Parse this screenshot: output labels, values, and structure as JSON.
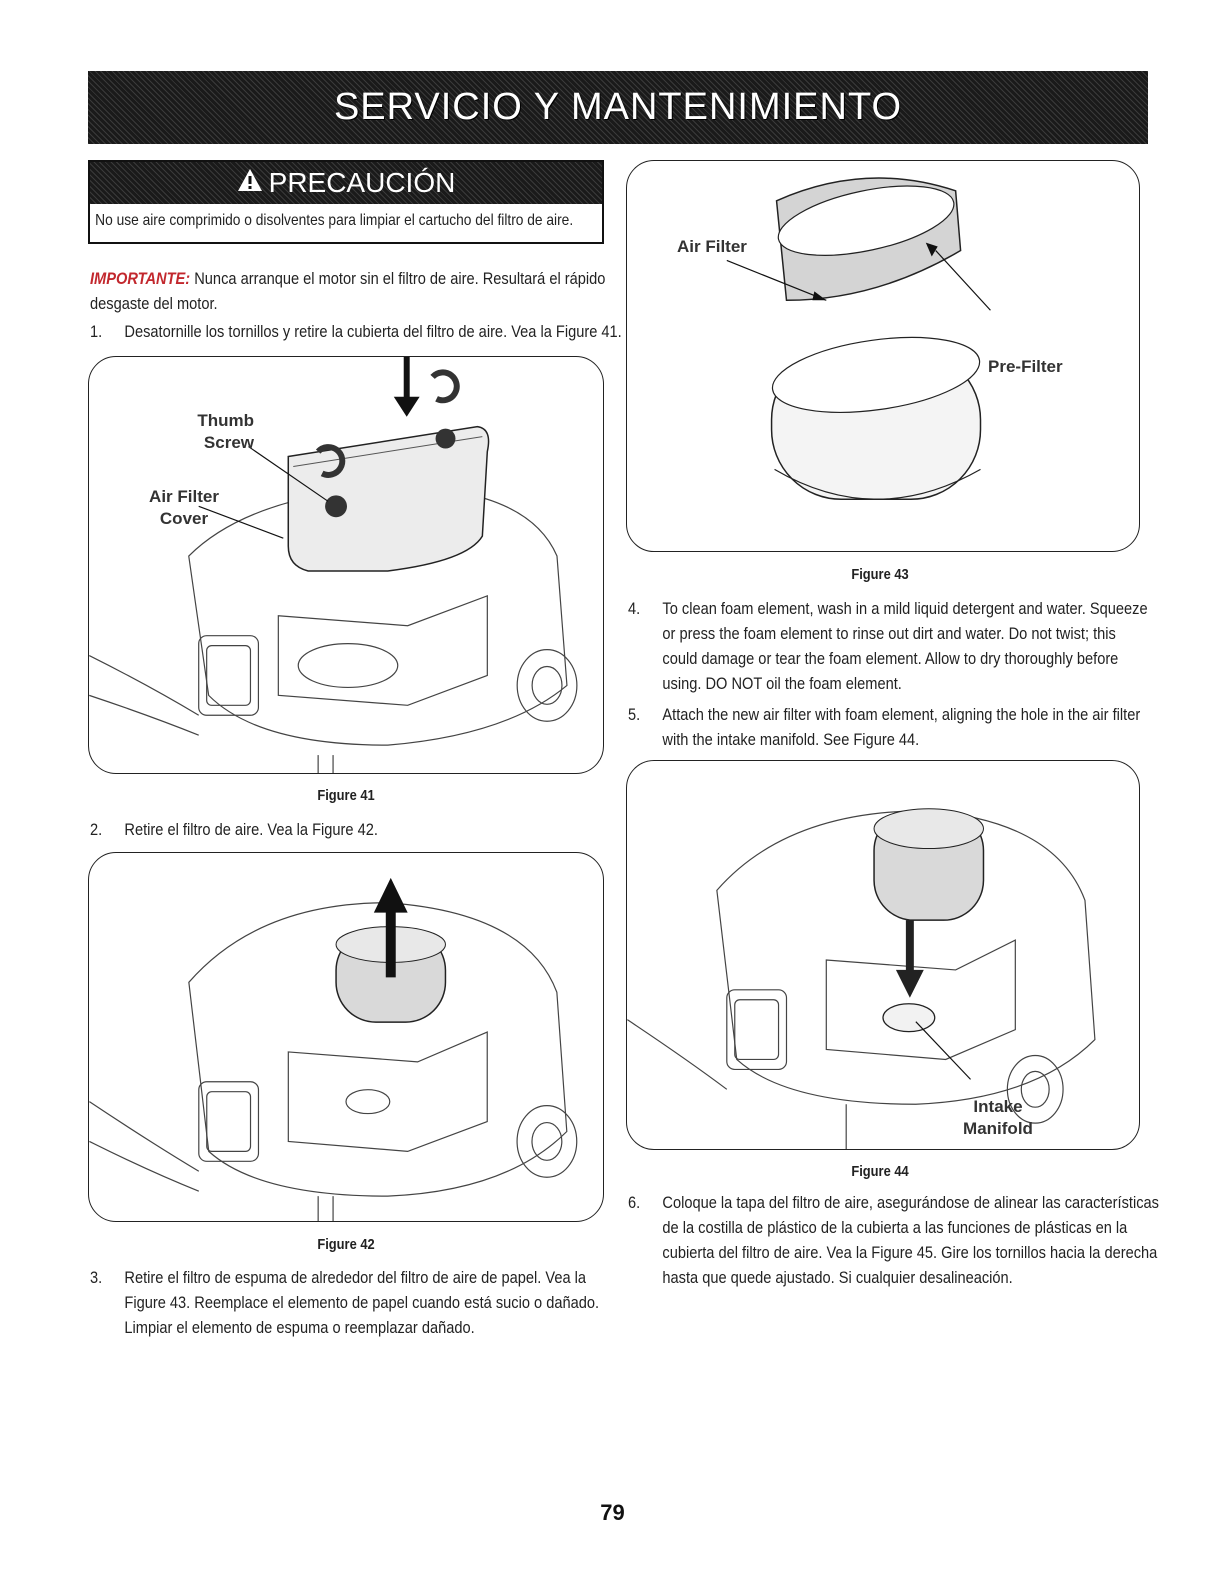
{
  "header": {
    "title": "SERVICIO Y MANTENIMIENTO"
  },
  "caution": {
    "title": "PRECAUCIÓN",
    "text": "No use aire comprimido o disolventes para limpiar el cartucho del filtro de aire."
  },
  "important": {
    "label": "IMPORTANTE:",
    "line1": "Nunca arranque el motor sin el filtro de aire. Resultará el rápido",
    "line2": "desgaste del motor."
  },
  "steps": {
    "s1": {
      "num": "1.",
      "text": "Desatornille los tornillos y retire la cubierta del filtro de aire. Vea la Figure 41."
    },
    "s2": {
      "num": "2.",
      "text": "Retire el filtro de aire. Vea la Figure 42."
    },
    "s3": {
      "num": "3.",
      "line1": "Retire el filtro de espuma de alrededor del filtro de aire de papel. Vea la",
      "line2": "Figure 43. Reemplace el elemento de papel cuando está sucio o dañado.",
      "line3": "Limpiar el elemento de espuma o reemplazar dañado."
    },
    "s4": {
      "num": "4.",
      "line1": "To clean foam element, wash in a mild liquid detergent and water. Squeeze",
      "line2": "or press the foam element to rinse out dirt and water. Do not twist; this",
      "line3": "could damage or tear the foam element. Allow to dry thoroughly before",
      "line4": "using. DO NOT oil the foam element."
    },
    "s5": {
      "num": "5.",
      "line1": "Attach the new air filter with foam element, aligning the hole in the air filter",
      "line2": "with the intake manifold. See Figure 44."
    },
    "s6": {
      "num": "6.",
      "line1": "Coloque la tapa del filtro de aire, asegurándose de alinear las características",
      "line2": "de la costilla de plástico de la cubierta a las funciones de plásticas en la",
      "line3": "cubierta del filtro de aire. Vea la Figure 45. Gire los tornillos hacia la derecha",
      "line4": "hasta que quede ajustado. Si cualquier desalineación."
    }
  },
  "figures": {
    "fig41": {
      "caption": "Figure 41",
      "callout_thumb_1": "Thumb",
      "callout_thumb_2": "Screw",
      "callout_cover_1": "Air Filter",
      "callout_cover_2": "Cover"
    },
    "fig42": {
      "caption": "Figure 42"
    },
    "fig43": {
      "caption": "Figure 43",
      "callout_air": "Air Filter",
      "callout_pre": "Pre-Filter"
    },
    "fig44": {
      "caption": "Figure 44",
      "callout_intake_1": "Intake",
      "callout_intake_2": "Manifold"
    }
  },
  "footer": {
    "page_number": "79"
  }
}
